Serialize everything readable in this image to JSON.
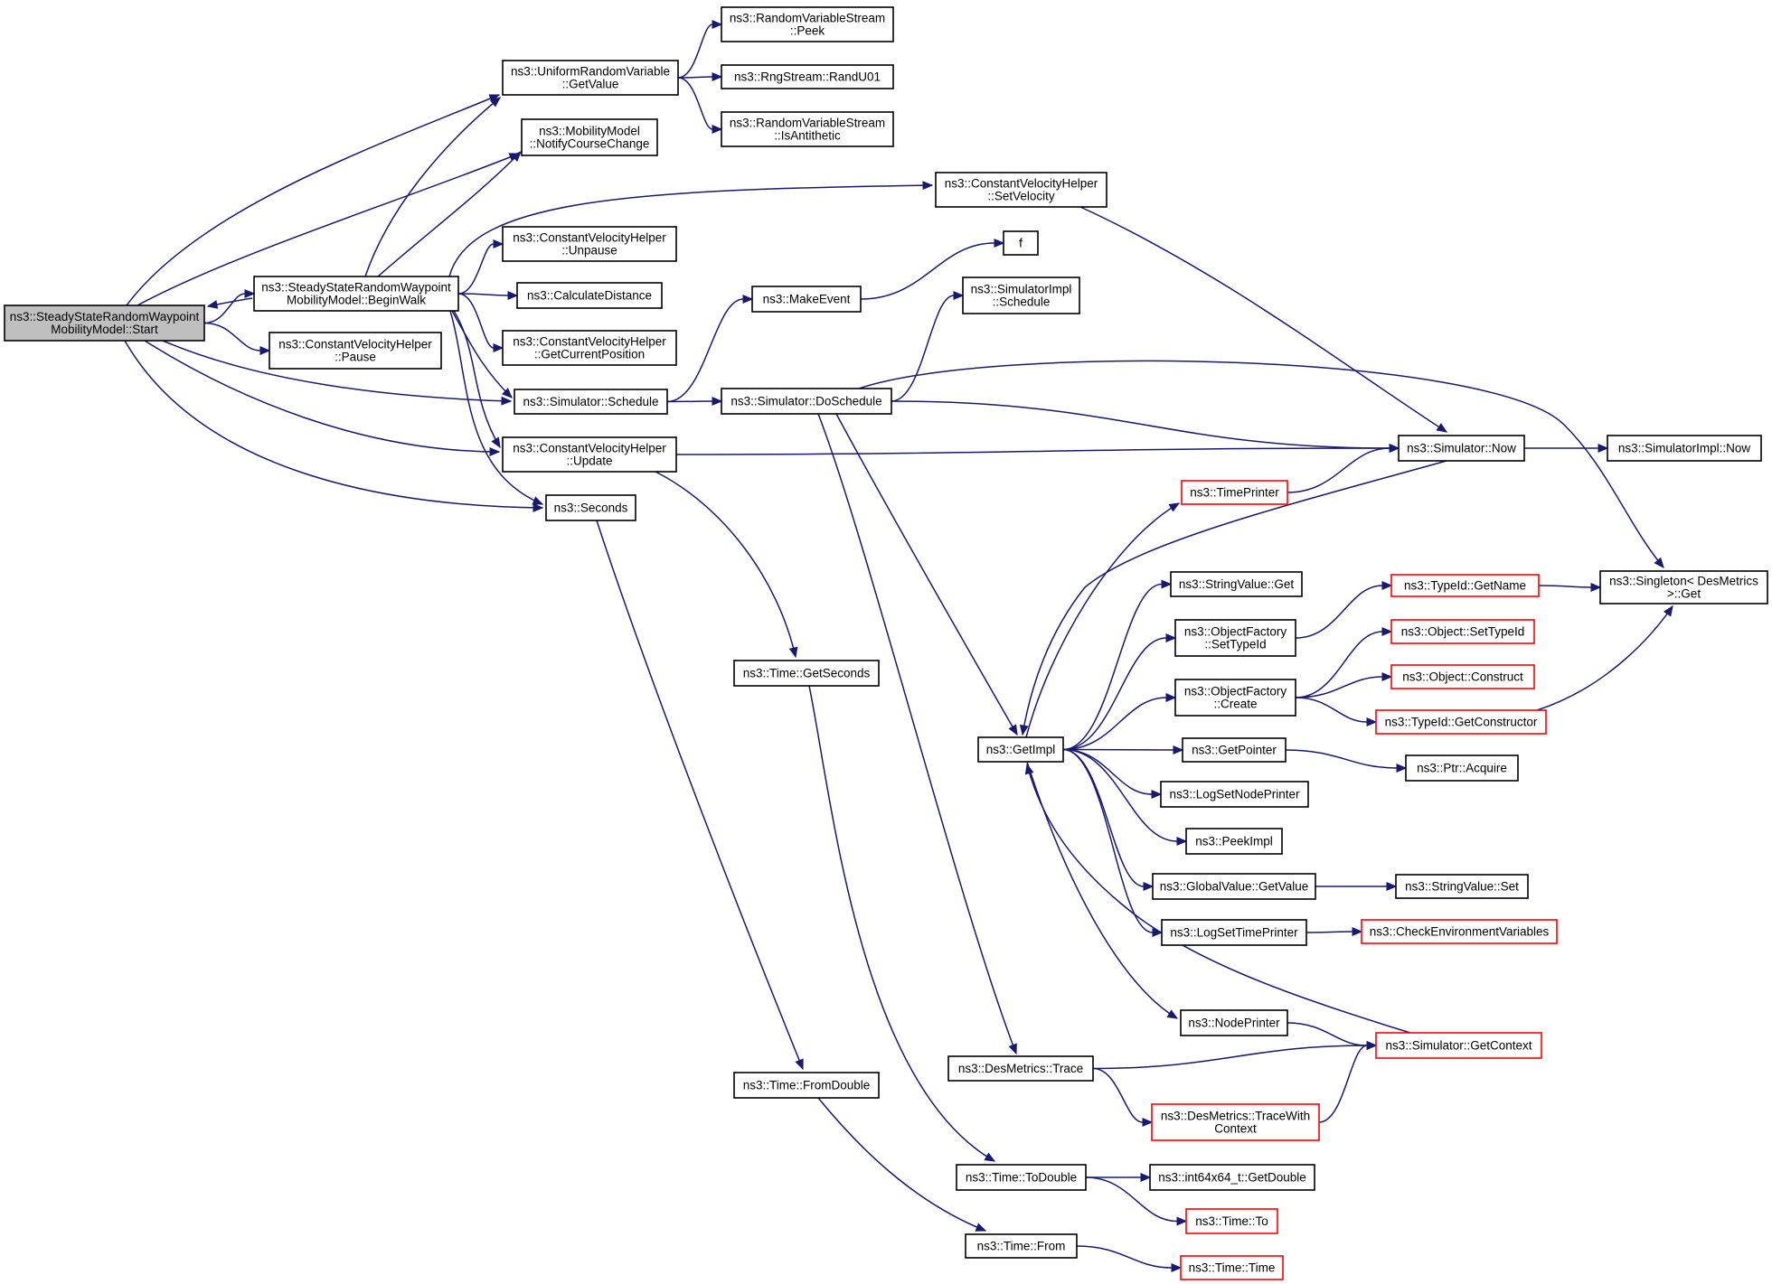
{
  "colors": {
    "edge": "#191970",
    "node_border": "#000000",
    "node_fill": "#ffffff",
    "truncated_border": "#ff0000",
    "root_fill": "#bfbfbf"
  },
  "nodes": [
    {
      "id": "root",
      "lines": [
        "ns3::SteadyStateRandomWaypoint",
        "MobilityModel::Start"
      ],
      "style": "root"
    },
    {
      "id": "uniform_getvalue",
      "lines": [
        "ns3::UniformRandomVariable",
        "::GetValue"
      ],
      "style": "normal"
    },
    {
      "id": "rvs_peek",
      "lines": [
        "ns3::RandomVariableStream",
        "::Peek"
      ],
      "style": "normal"
    },
    {
      "id": "rng_randu01",
      "lines": [
        "ns3::RngStream::RandU01"
      ],
      "style": "normal"
    },
    {
      "id": "rvs_isantithetic",
      "lines": [
        "ns3::RandomVariableStream",
        "::IsAntithetic"
      ],
      "style": "normal"
    },
    {
      "id": "mm_notify",
      "lines": [
        "ns3::MobilityModel",
        "::NotifyCourseChange"
      ],
      "style": "normal"
    },
    {
      "id": "cvh_setvelocity",
      "lines": [
        "ns3::ConstantVelocityHelper",
        "::SetVelocity"
      ],
      "style": "normal"
    },
    {
      "id": "cvh_unpause",
      "lines": [
        "ns3::ConstantVelocityHelper",
        "::Unpause"
      ],
      "style": "normal"
    },
    {
      "id": "f",
      "lines": [
        "f"
      ],
      "style": "normal"
    },
    {
      "id": "beginwalk",
      "lines": [
        "ns3::SteadyStateRandomWaypoint",
        "MobilityModel::BeginWalk"
      ],
      "style": "normal"
    },
    {
      "id": "calcdist",
      "lines": [
        "ns3::CalculateDistance"
      ],
      "style": "normal"
    },
    {
      "id": "makeevent",
      "lines": [
        "ns3::MakeEvent"
      ],
      "style": "normal"
    },
    {
      "id": "simimpl_schedule",
      "lines": [
        "ns3::SimulatorImpl",
        "::Schedule"
      ],
      "style": "normal"
    },
    {
      "id": "cvh_pause",
      "lines": [
        "ns3::ConstantVelocityHelper",
        "::Pause"
      ],
      "style": "normal"
    },
    {
      "id": "cvh_getcurpos",
      "lines": [
        "ns3::ConstantVelocityHelper",
        "::GetCurrentPosition"
      ],
      "style": "normal"
    },
    {
      "id": "sim_schedule",
      "lines": [
        "ns3::Simulator::Schedule"
      ],
      "style": "normal"
    },
    {
      "id": "sim_doschedule",
      "lines": [
        "ns3::Simulator::DoSchedule"
      ],
      "style": "normal"
    },
    {
      "id": "cvh_update",
      "lines": [
        "ns3::ConstantVelocityHelper",
        "::Update"
      ],
      "style": "normal"
    },
    {
      "id": "sim_now",
      "lines": [
        "ns3::Simulator::Now"
      ],
      "style": "normal"
    },
    {
      "id": "simimpl_now",
      "lines": [
        "ns3::SimulatorImpl::Now"
      ],
      "style": "normal"
    },
    {
      "id": "timeprinter",
      "lines": [
        "ns3::TimePrinter"
      ],
      "style": "truncated"
    },
    {
      "id": "seconds",
      "lines": [
        "ns3::Seconds"
      ],
      "style": "normal"
    },
    {
      "id": "stringvalue_get",
      "lines": [
        "ns3::StringValue::Get"
      ],
      "style": "normal"
    },
    {
      "id": "typeid_getname",
      "lines": [
        "ns3::TypeId::GetName"
      ],
      "style": "truncated"
    },
    {
      "id": "singleton_get",
      "lines": [
        "ns3::Singleton< DesMetrics",
        ">::Get"
      ],
      "style": "normal"
    },
    {
      "id": "of_settypeid",
      "lines": [
        "ns3::ObjectFactory",
        "::SetTypeId"
      ],
      "style": "normal"
    },
    {
      "id": "object_settypeid",
      "lines": [
        "ns3::Object::SetTypeId"
      ],
      "style": "truncated"
    },
    {
      "id": "time_getseconds",
      "lines": [
        "ns3::Time::GetSeconds"
      ],
      "style": "normal"
    },
    {
      "id": "of_create",
      "lines": [
        "ns3::ObjectFactory",
        "::Create"
      ],
      "style": "normal"
    },
    {
      "id": "object_construct",
      "lines": [
        "ns3::Object::Construct"
      ],
      "style": "truncated"
    },
    {
      "id": "typeid_getctor",
      "lines": [
        "ns3::TypeId::GetConstructor"
      ],
      "style": "truncated"
    },
    {
      "id": "getimpl",
      "lines": [
        "ns3::GetImpl"
      ],
      "style": "normal"
    },
    {
      "id": "getpointer",
      "lines": [
        "ns3::GetPointer"
      ],
      "style": "normal"
    },
    {
      "id": "ptr_acquire",
      "lines": [
        "ns3::Ptr::Acquire"
      ],
      "style": "normal"
    },
    {
      "id": "logsetnodeprinter",
      "lines": [
        "ns3::LogSetNodePrinter"
      ],
      "style": "normal"
    },
    {
      "id": "peekimpl",
      "lines": [
        "ns3::PeekImpl"
      ],
      "style": "normal"
    },
    {
      "id": "gv_getvalue",
      "lines": [
        "ns3::GlobalValue::GetValue"
      ],
      "style": "normal"
    },
    {
      "id": "stringvalue_set",
      "lines": [
        "ns3::StringValue::Set"
      ],
      "style": "normal"
    },
    {
      "id": "logsettimeprinter",
      "lines": [
        "ns3::LogSetTimePrinter"
      ],
      "style": "normal"
    },
    {
      "id": "checkenv",
      "lines": [
        "ns3::CheckEnvironmentVariables"
      ],
      "style": "truncated"
    },
    {
      "id": "nodeprinter",
      "lines": [
        "ns3::NodePrinter"
      ],
      "style": "normal"
    },
    {
      "id": "sim_getcontext",
      "lines": [
        "ns3::Simulator::GetContext"
      ],
      "style": "truncated"
    },
    {
      "id": "dm_trace",
      "lines": [
        "ns3::DesMetrics::Trace"
      ],
      "style": "normal"
    },
    {
      "id": "dm_tracewith",
      "lines": [
        "ns3::DesMetrics::TraceWith",
        "Context"
      ],
      "style": "truncated"
    },
    {
      "id": "time_fromdouble",
      "lines": [
        "ns3::Time::FromDouble"
      ],
      "style": "normal"
    },
    {
      "id": "time_todouble",
      "lines": [
        "ns3::Time::ToDouble"
      ],
      "style": "normal"
    },
    {
      "id": "int64_getdouble",
      "lines": [
        "ns3::int64x64_t::GetDouble"
      ],
      "style": "normal"
    },
    {
      "id": "time_to",
      "lines": [
        "ns3::Time::To"
      ],
      "style": "truncated"
    },
    {
      "id": "time_from",
      "lines": [
        "ns3::Time::From"
      ],
      "style": "normal"
    },
    {
      "id": "time_time",
      "lines": [
        "ns3::Time::Time"
      ],
      "style": "truncated"
    }
  ],
  "edges": [
    [
      "root",
      "uniform_getvalue"
    ],
    [
      "root",
      "mm_notify"
    ],
    [
      "root",
      "beginwalk"
    ],
    [
      "root",
      "cvh_pause"
    ],
    [
      "root",
      "sim_schedule"
    ],
    [
      "root",
      "cvh_update"
    ],
    [
      "root",
      "seconds"
    ],
    [
      "beginwalk",
      "root"
    ],
    [
      "beginwalk",
      "uniform_getvalue"
    ],
    [
      "beginwalk",
      "mm_notify"
    ],
    [
      "beginwalk",
      "cvh_setvelocity"
    ],
    [
      "beginwalk",
      "cvh_unpause"
    ],
    [
      "beginwalk",
      "calcdist"
    ],
    [
      "beginwalk",
      "cvh_getcurpos"
    ],
    [
      "beginwalk",
      "sim_schedule"
    ],
    [
      "beginwalk",
      "cvh_update"
    ],
    [
      "beginwalk",
      "seconds"
    ],
    [
      "uniform_getvalue",
      "rvs_peek"
    ],
    [
      "uniform_getvalue",
      "rng_randu01"
    ],
    [
      "uniform_getvalue",
      "rvs_isantithetic"
    ],
    [
      "cvh_setvelocity",
      "sim_now"
    ],
    [
      "makeevent",
      "f"
    ],
    [
      "sim_schedule",
      "makeevent"
    ],
    [
      "sim_schedule",
      "sim_doschedule"
    ],
    [
      "sim_doschedule",
      "simimpl_schedule"
    ],
    [
      "sim_doschedule",
      "singleton_get"
    ],
    [
      "sim_doschedule",
      "sim_now"
    ],
    [
      "sim_doschedule",
      "getimpl"
    ],
    [
      "sim_doschedule",
      "dm_trace"
    ],
    [
      "cvh_update",
      "sim_now"
    ],
    [
      "cvh_update",
      "time_getseconds"
    ],
    [
      "sim_now",
      "simimpl_now"
    ],
    [
      "sim_now",
      "getimpl"
    ],
    [
      "timeprinter",
      "sim_now"
    ],
    [
      "seconds",
      "time_fromdouble"
    ],
    [
      "typeid_getname",
      "singleton_get"
    ],
    [
      "of_settypeid",
      "typeid_getname"
    ],
    [
      "of_create",
      "object_settypeid"
    ],
    [
      "of_create",
      "object_construct"
    ],
    [
      "of_create",
      "typeid_getctor"
    ],
    [
      "typeid_getctor",
      "singleton_get"
    ],
    [
      "getimpl",
      "timeprinter"
    ],
    [
      "getimpl",
      "stringvalue_get"
    ],
    [
      "getimpl",
      "of_settypeid"
    ],
    [
      "getimpl",
      "of_create"
    ],
    [
      "getimpl",
      "getpointer"
    ],
    [
      "getimpl",
      "logsetnodeprinter"
    ],
    [
      "getimpl",
      "peekimpl"
    ],
    [
      "getimpl",
      "gv_getvalue"
    ],
    [
      "getimpl",
      "logsettimeprinter"
    ],
    [
      "getimpl",
      "nodeprinter"
    ],
    [
      "getpointer",
      "ptr_acquire"
    ],
    [
      "gv_getvalue",
      "stringvalue_set"
    ],
    [
      "logsettimeprinter",
      "checkenv"
    ],
    [
      "nodeprinter",
      "sim_getcontext"
    ],
    [
      "sim_getcontext",
      "getimpl"
    ],
    [
      "dm_trace",
      "sim_getcontext"
    ],
    [
      "dm_trace",
      "dm_tracewith"
    ],
    [
      "dm_tracewith",
      "sim_getcontext"
    ],
    [
      "time_getseconds",
      "time_todouble"
    ],
    [
      "time_fromdouble",
      "time_from"
    ],
    [
      "time_todouble",
      "int64_getdouble"
    ],
    [
      "time_todouble",
      "time_to"
    ],
    [
      "time_from",
      "time_time"
    ]
  ]
}
